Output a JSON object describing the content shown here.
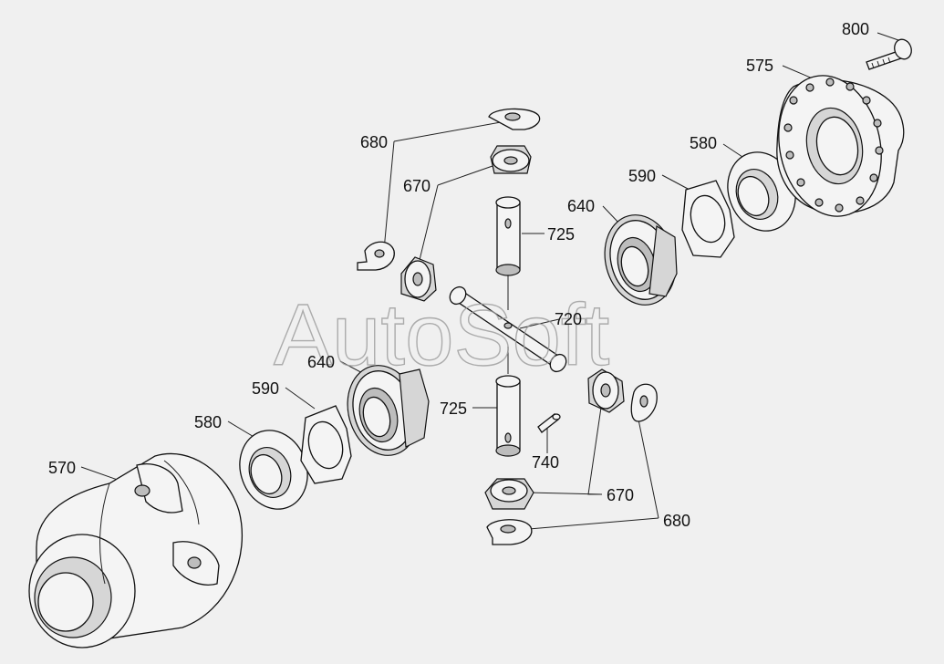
{
  "watermark": "AutoSoft",
  "callouts": {
    "c800": "800",
    "c575": "575",
    "c580_top": "580",
    "c590_top": "590",
    "c640_top": "640",
    "c680_top": "680",
    "c670_top": "670",
    "c725_top": "725",
    "c720": "720",
    "c640_bot": "640",
    "c590_bot": "590",
    "c580_bot": "580",
    "c570": "570",
    "c725_bot": "725",
    "c740": "740",
    "c670_bot": "670",
    "c680_bot": "680"
  }
}
